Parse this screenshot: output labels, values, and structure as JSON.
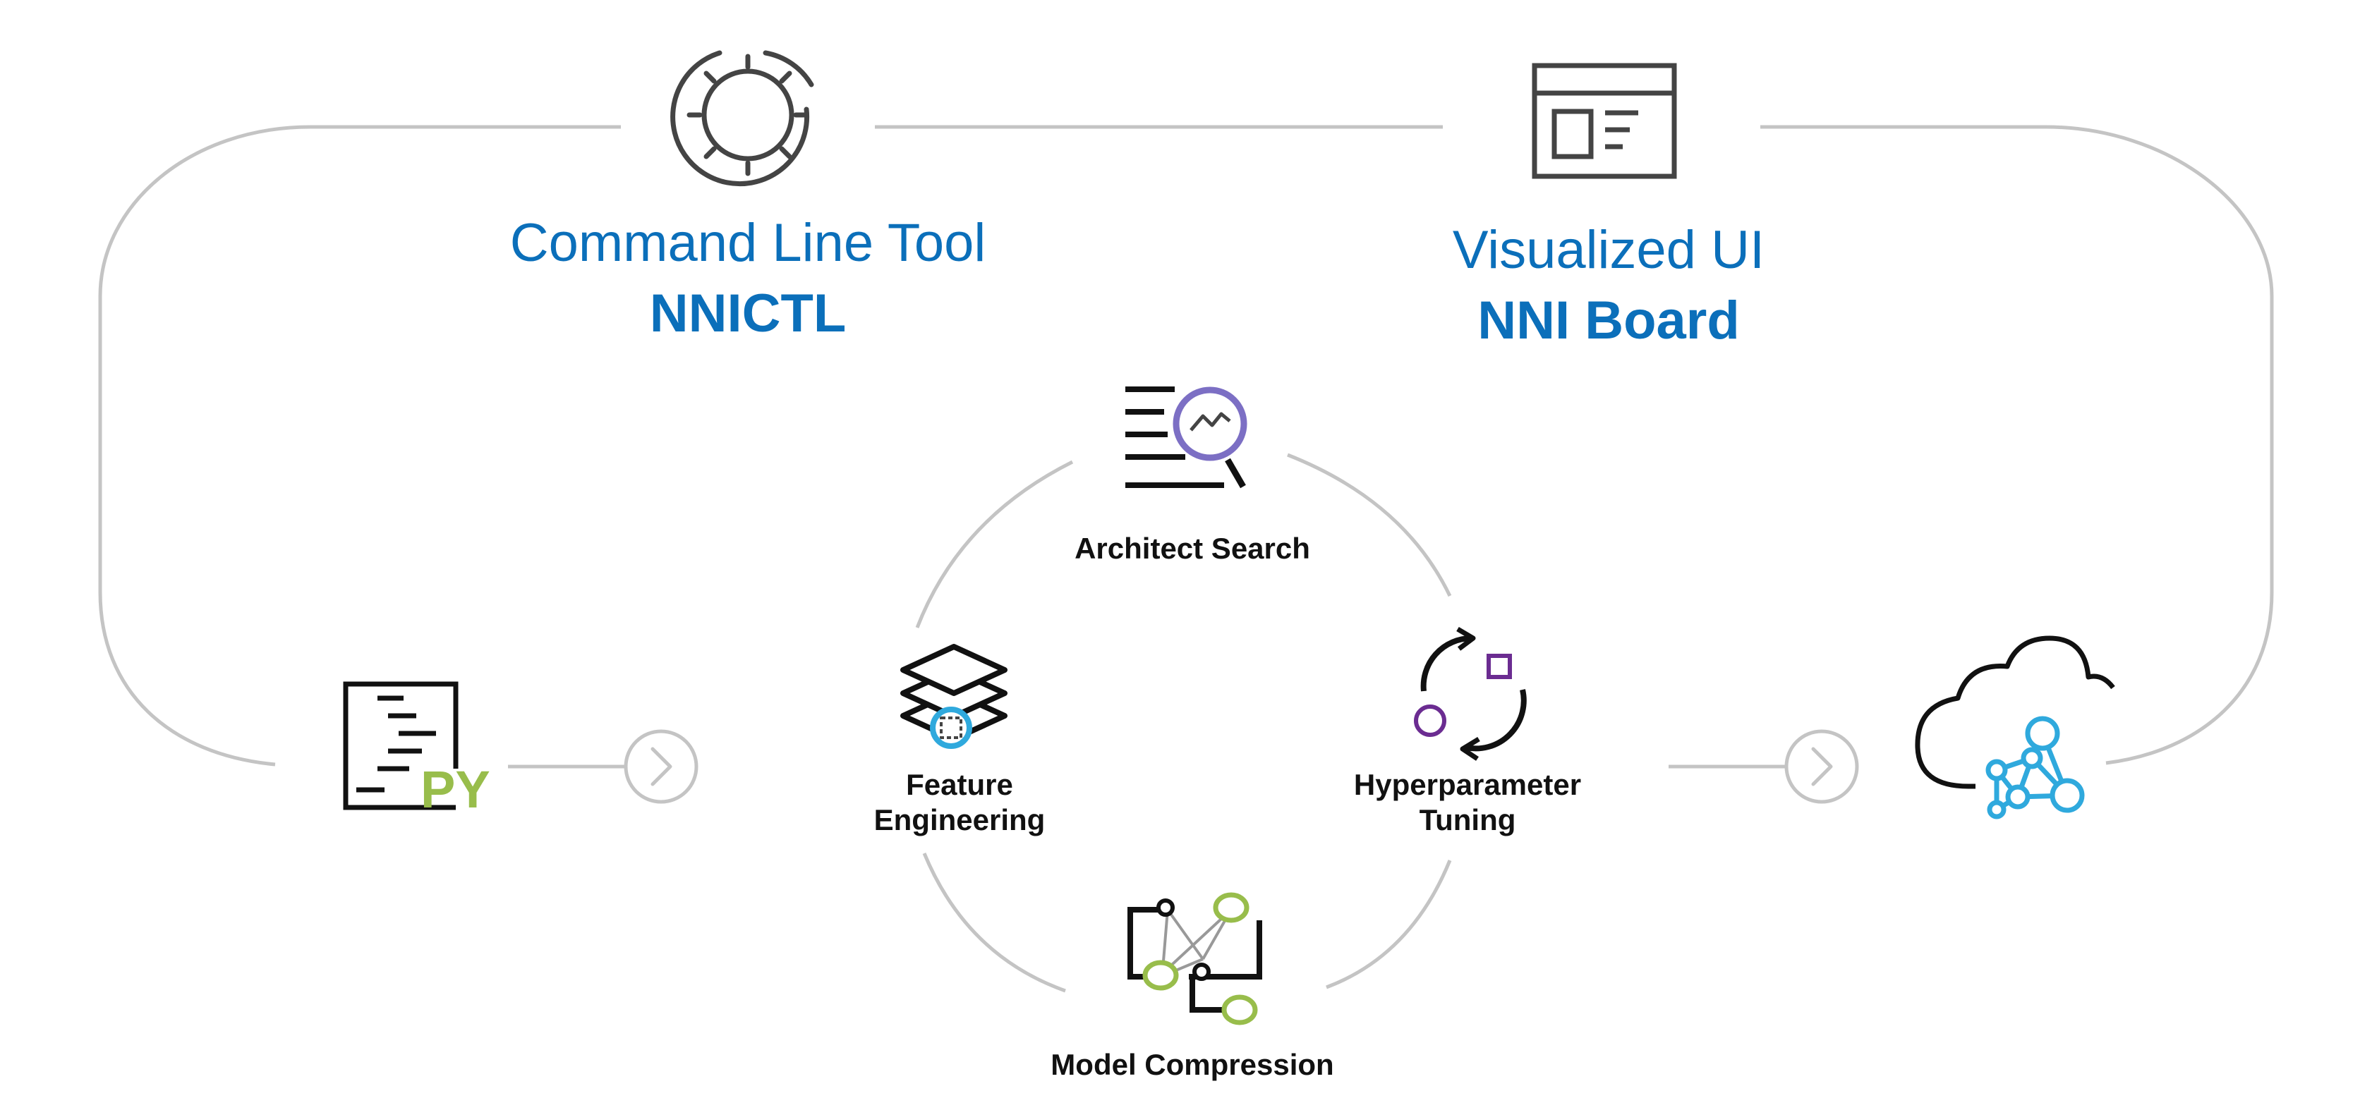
{
  "top": {
    "cli": {
      "title": "Command Line Tool",
      "name": "NNICTL",
      "icon": "gear-icon"
    },
    "ui": {
      "title": "Visualized UI",
      "name": "NNI Board",
      "icon": "window-icon"
    }
  },
  "cycle": {
    "architect": {
      "label": "Architect Search",
      "icon": "search-chart-icon"
    },
    "feature": {
      "label_line1": "Feature",
      "label_line2": "Engineering",
      "icon": "layers-icon"
    },
    "hyper": {
      "label_line1": "Hyperparameter",
      "label_line2": "Tuning",
      "icon": "refresh-cycle-icon"
    },
    "compression": {
      "label": "Model Compression",
      "icon": "network-graph-icon"
    }
  },
  "left": {
    "py_text": "PY",
    "icon": "python-file-icon"
  },
  "right": {
    "icon": "cloud-network-icon"
  },
  "colors": {
    "accent_blue": "#0b6fba",
    "line_gray": "#c4c4c4",
    "icon_dark": "#1a1a1a",
    "py_green": "#98bd4b",
    "purple": "#7c6fc4",
    "cyan": "#2fa9dd",
    "violet": "#6b2c91"
  }
}
